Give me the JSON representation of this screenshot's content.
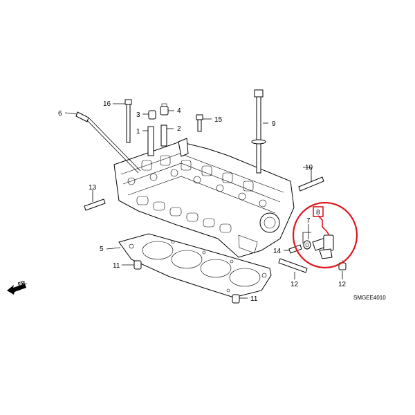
{
  "diagram": {
    "code": "SMGEE4010",
    "direction_label": "FR.",
    "highlight_color": "#e0161d",
    "line_color": "#000000",
    "callouts": [
      {
        "id": "c1",
        "label": "1"
      },
      {
        "id": "c2",
        "label": "2"
      },
      {
        "id": "c3",
        "label": "3"
      },
      {
        "id": "c4",
        "label": "4"
      },
      {
        "id": "c5",
        "label": "5"
      },
      {
        "id": "c6",
        "label": "6"
      },
      {
        "id": "c7",
        "label": "7"
      },
      {
        "id": "c8",
        "label": "8"
      },
      {
        "id": "c9",
        "label": "9"
      },
      {
        "id": "c10",
        "label": "10"
      },
      {
        "id": "c11a",
        "label": "11"
      },
      {
        "id": "c11b",
        "label": "11"
      },
      {
        "id": "c12a",
        "label": "12"
      },
      {
        "id": "c12b",
        "label": "12"
      },
      {
        "id": "c13",
        "label": "13"
      },
      {
        "id": "c14",
        "label": "14"
      },
      {
        "id": "c15",
        "label": "15"
      },
      {
        "id": "c16",
        "label": "16"
      }
    ]
  }
}
